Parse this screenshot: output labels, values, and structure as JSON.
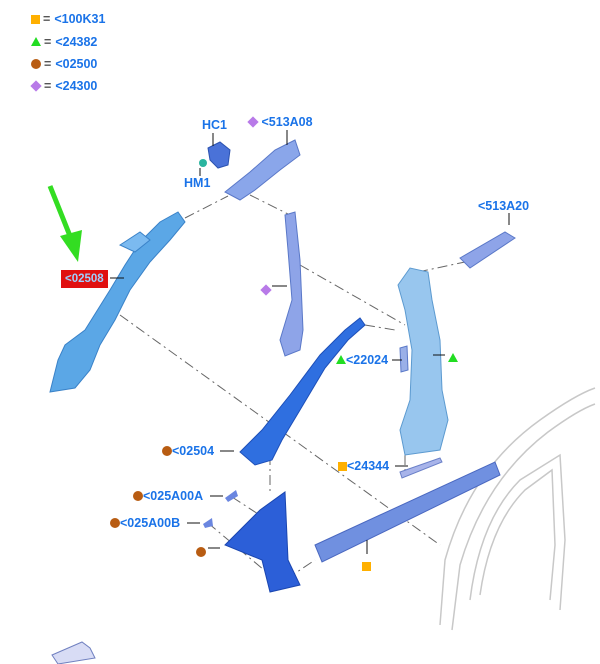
{
  "legend": [
    {
      "symbol": "square",
      "color": "#ffb000",
      "value": "<100K31"
    },
    {
      "symbol": "triangle",
      "color": "#22dd22",
      "value": "<24382"
    },
    {
      "symbol": "circle",
      "color": "#b85c12",
      "value": "<02500"
    },
    {
      "symbol": "diamond",
      "color": "#b87ae8",
      "value": "<24300"
    }
  ],
  "equals": "=",
  "callouts": {
    "hc1": "HC1",
    "hm1": "HM1",
    "p513a08": "<513A08",
    "p513a20": "<513A20",
    "p02508": "<02508",
    "p22024": "<22024",
    "p02504": "<02504",
    "p24344": "<24344",
    "p025a00a": "<025A00A",
    "p025a00b": "<025A00B"
  },
  "colors": {
    "label": "#1a73e8",
    "highlight": "#e01010",
    "pointer_arrow": "#33dd22"
  }
}
